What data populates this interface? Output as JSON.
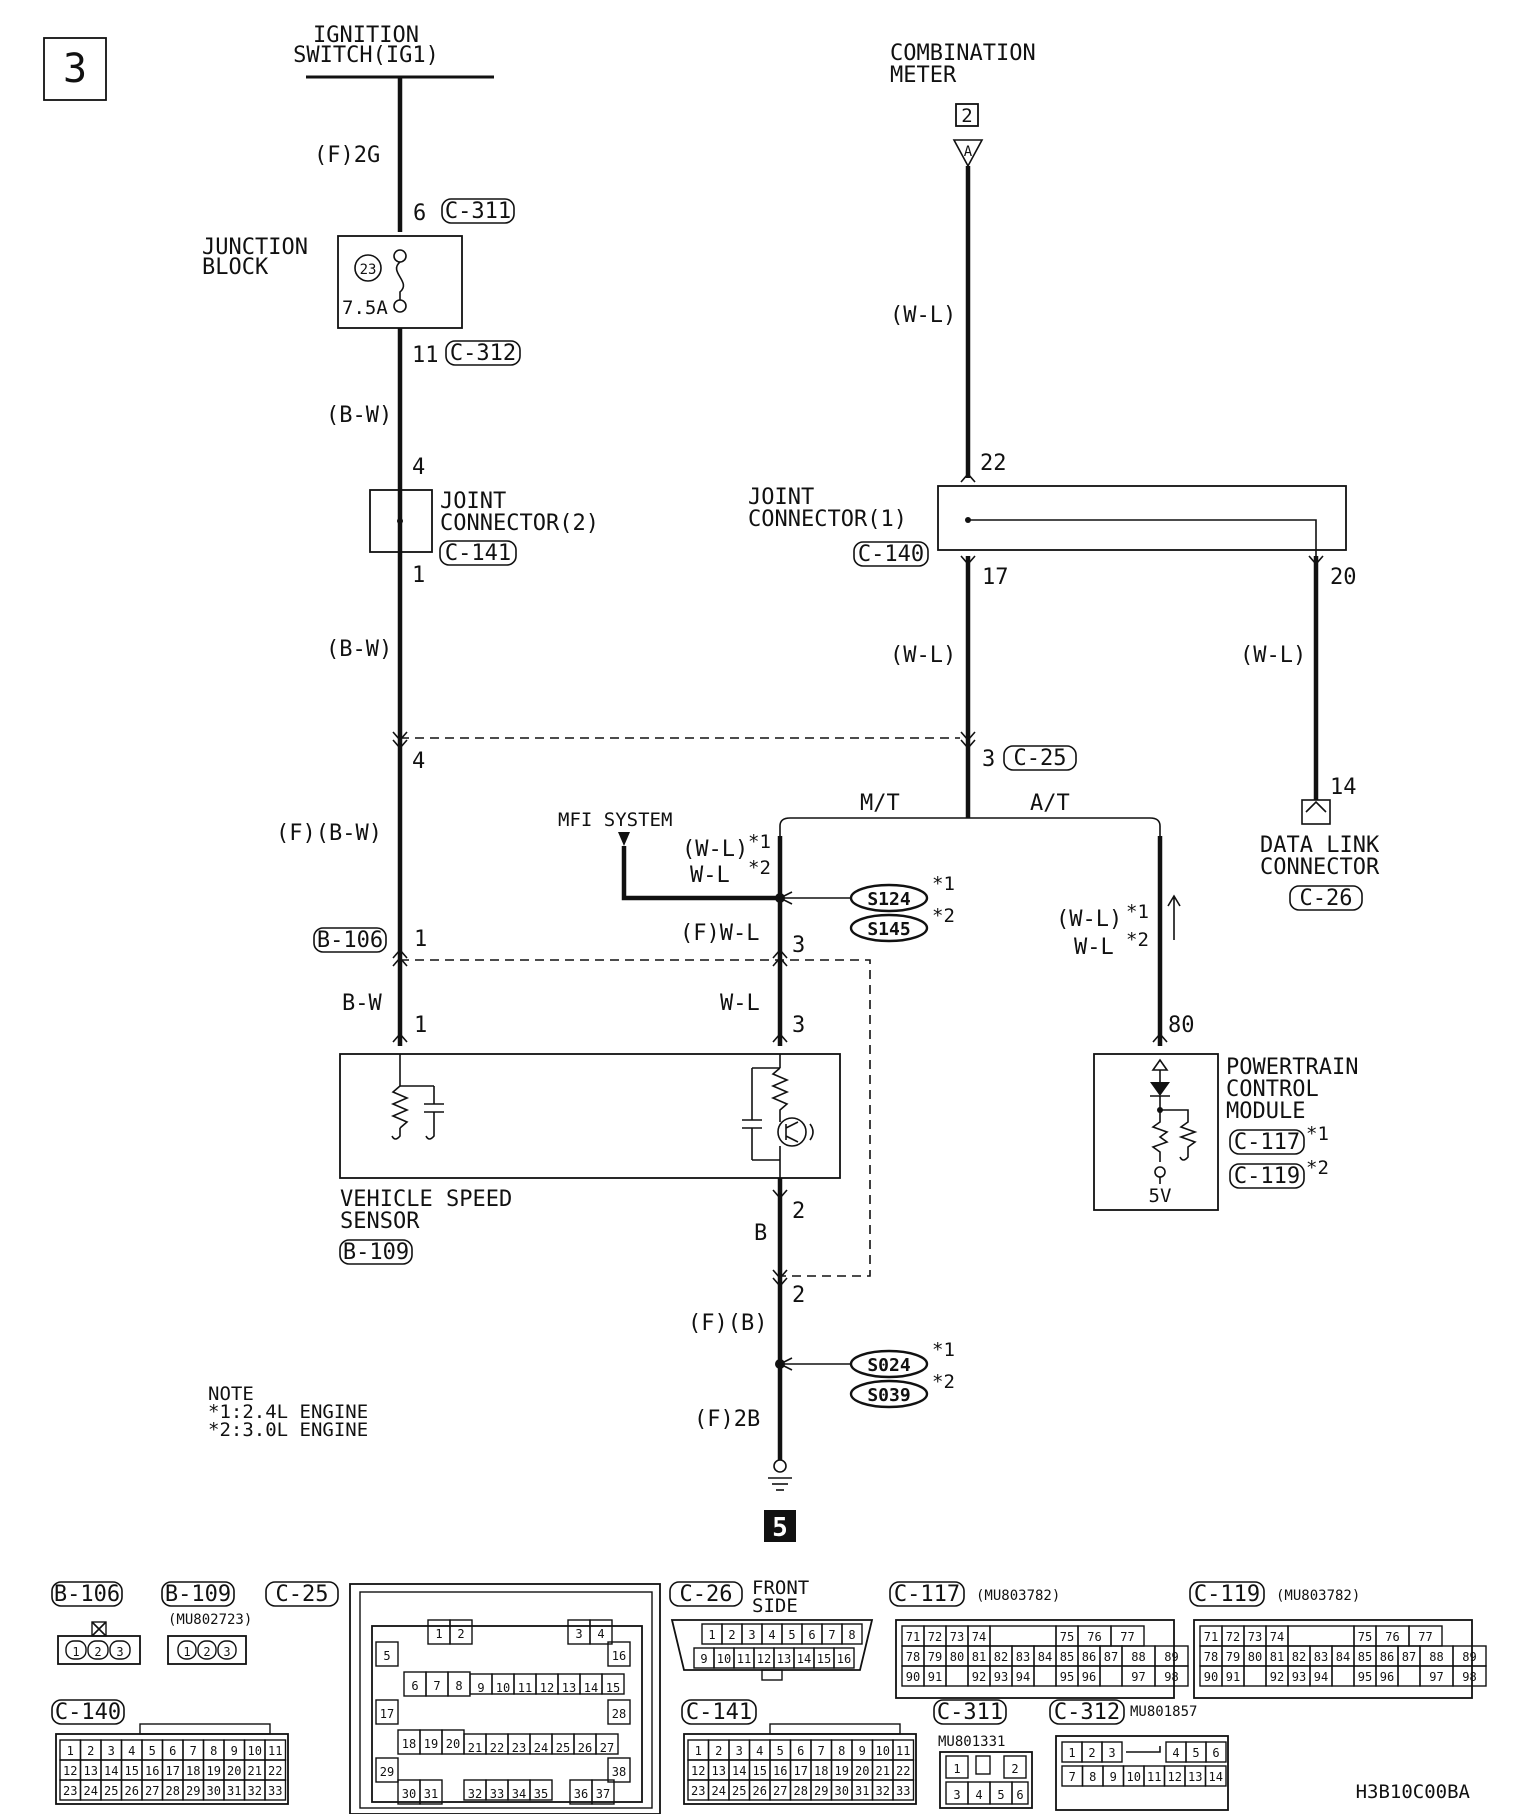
{
  "page": {
    "number": "3",
    "diagram_id": "H3B10C00BA",
    "next_page": "5"
  },
  "ignition": {
    "line1": "IGNITION",
    "line2": "SWITCH(IG1)",
    "wire1": "(F)2G"
  },
  "junction_block": {
    "line1": "JUNCTION",
    "line2": "BLOCK",
    "fuse_no": "23",
    "fuse_rating": "7.5A",
    "pin_in": "6",
    "conn_in": "C-311",
    "pin_out": "11",
    "conn_out": "C-312"
  },
  "left_branch": {
    "wire_a": "(B-W)",
    "pin_jc2_in": "4",
    "jc2_line1": "JOINT",
    "jc2_line2": "CONNECTOR(2)",
    "jc2_conn": "C-141",
    "pin_jc2_out": "1",
    "wire_b": "(B-W)",
    "pin_4": "4",
    "wire_c": "(F)(B-W)",
    "conn_b106": "B-106",
    "pin_1a": "1",
    "wire_d": "B-W",
    "pin_1b": "1"
  },
  "combination_meter": {
    "line1": "COMBINATION",
    "line2": "METER",
    "page_ref": "2",
    "terminal": "A",
    "wire": "(W-L)",
    "pin_22": "22"
  },
  "joint_connector_1": {
    "line1": "JOINT",
    "line2": "CONNECTOR(1)",
    "conn": "C-140",
    "pin_17": "17",
    "pin_20": "20",
    "wire_17": "(W-L)",
    "wire_20": "(W-L)"
  },
  "c25": {
    "pin": "3",
    "conn": "C-25",
    "mt": "M/T",
    "at": "A/T"
  },
  "data_link": {
    "pin": "14",
    "line1": "DATA LINK",
    "line2": "CONNECTOR",
    "conn": "C-26"
  },
  "mfi": {
    "label": "MFI SYSTEM",
    "wire1": "(W-L)",
    "star1": "*1",
    "wire2": "W-L",
    "star2": "*2",
    "splice1": "S124",
    "splice2": "S145",
    "wire_f": "(F)W-L",
    "pin_3a": "3",
    "wire_vss": "W-L",
    "pin_3b": "3"
  },
  "vss": {
    "line1": "VEHICLE SPEED",
    "line2": "SENSOR",
    "conn": "B-109",
    "pin_2a": "2",
    "wire_b": "B",
    "pin_2b": "2"
  },
  "ground": {
    "wire_fb": "(F)(B)",
    "splice1": "S024",
    "splice2": "S039",
    "star1": "*1",
    "star2": "*2",
    "wire_2b": "(F)2B"
  },
  "pcm": {
    "wire1": "(W-L)",
    "star1": "*1",
    "wire2": "W-L",
    "star2": "*2",
    "pin": "80",
    "line1": "POWERTRAIN",
    "line2": "CONTROL",
    "line3": "MODULE",
    "conn1": "C-117",
    "conn2": "C-119",
    "voltage": "5V"
  },
  "note": {
    "title": "NOTE",
    "line1": "*1:2.4L ENGINE",
    "line2": "*2:3.0L ENGINE"
  },
  "connectors": {
    "b106": {
      "tag": "B-106",
      "pins": [
        "1",
        "2",
        "3"
      ]
    },
    "b109": {
      "tag": "B-109",
      "part": "(MU802723)",
      "pins": [
        "1",
        "2",
        "3"
      ]
    },
    "c25": {
      "tag": "C-25",
      "pins": [
        "1",
        "2",
        "3",
        "4",
        "5",
        "6",
        "7",
        "8",
        "9",
        "10",
        "11",
        "12",
        "13",
        "14",
        "15",
        "16",
        "17",
        "18",
        "19",
        "20",
        "21",
        "22",
        "23",
        "24",
        "25",
        "26",
        "27",
        "28",
        "29",
        "30",
        "31",
        "32",
        "33",
        "34",
        "35",
        "36",
        "37",
        "38"
      ]
    },
    "c26": {
      "tag": "C-26",
      "side1": "FRONT",
      "side2": "SIDE",
      "row1": [
        "1",
        "2",
        "3",
        "4",
        "5",
        "6",
        "7",
        "8"
      ],
      "row2": [
        "9",
        "10",
        "11",
        "12",
        "13",
        "14",
        "15",
        "16"
      ]
    },
    "c117": {
      "tag": "C-117",
      "part": "(MU803782)",
      "row1": [
        "71",
        "72",
        "73",
        "74",
        "",
        "75",
        "76",
        "77"
      ],
      "row2": [
        "78",
        "79",
        "80",
        "81",
        "82",
        "83",
        "84",
        "85",
        "86",
        "87",
        "88",
        "89"
      ],
      "row3": [
        "90",
        "91",
        "",
        "92",
        "93",
        "94",
        "",
        "95",
        "96",
        "",
        "97",
        "98"
      ]
    },
    "c119": {
      "tag": "C-119",
      "part": "(MU803782)",
      "row1": [
        "71",
        "72",
        "73",
        "74",
        "",
        "75",
        "76",
        "77"
      ],
      "row2": [
        "78",
        "79",
        "80",
        "81",
        "82",
        "83",
        "84",
        "85",
        "86",
        "87",
        "88",
        "89"
      ],
      "row3": [
        "90",
        "91",
        "",
        "92",
        "93",
        "94",
        "",
        "95",
        "96",
        "",
        "97",
        "98"
      ]
    },
    "c140": {
      "tag": "C-140",
      "row1": [
        "1",
        "2",
        "3",
        "4",
        "5",
        "6",
        "7",
        "8",
        "9",
        "10",
        "11"
      ],
      "row2": [
        "12",
        "13",
        "14",
        "15",
        "16",
        "17",
        "18",
        "19",
        "20",
        "21",
        "22"
      ],
      "row3": [
        "23",
        "24",
        "25",
        "26",
        "27",
        "28",
        "29",
        "30",
        "31",
        "32",
        "33"
      ]
    },
    "c141": {
      "tag": "C-141",
      "row1": [
        "1",
        "2",
        "3",
        "4",
        "5",
        "6",
        "7",
        "8",
        "9",
        "10",
        "11"
      ],
      "row2": [
        "12",
        "13",
        "14",
        "15",
        "16",
        "17",
        "18",
        "19",
        "20",
        "21",
        "22"
      ],
      "row3": [
        "23",
        "24",
        "25",
        "26",
        "27",
        "28",
        "29",
        "30",
        "31",
        "32",
        "33"
      ]
    },
    "c311": {
      "tag": "C-311",
      "part": "MU801331",
      "pins": [
        "1",
        "2",
        "3",
        "4",
        "5",
        "6"
      ]
    },
    "c312": {
      "tag": "C-312",
      "part": "MU801857",
      "row1": [
        "1",
        "2",
        "3",
        "",
        "4",
        "5",
        "6"
      ],
      "row2": [
        "7",
        "8",
        "9",
        "10",
        "11",
        "12",
        "13",
        "14"
      ]
    }
  },
  "colors": {
    "ink": "#111111",
    "paper": "#ffffff"
  }
}
